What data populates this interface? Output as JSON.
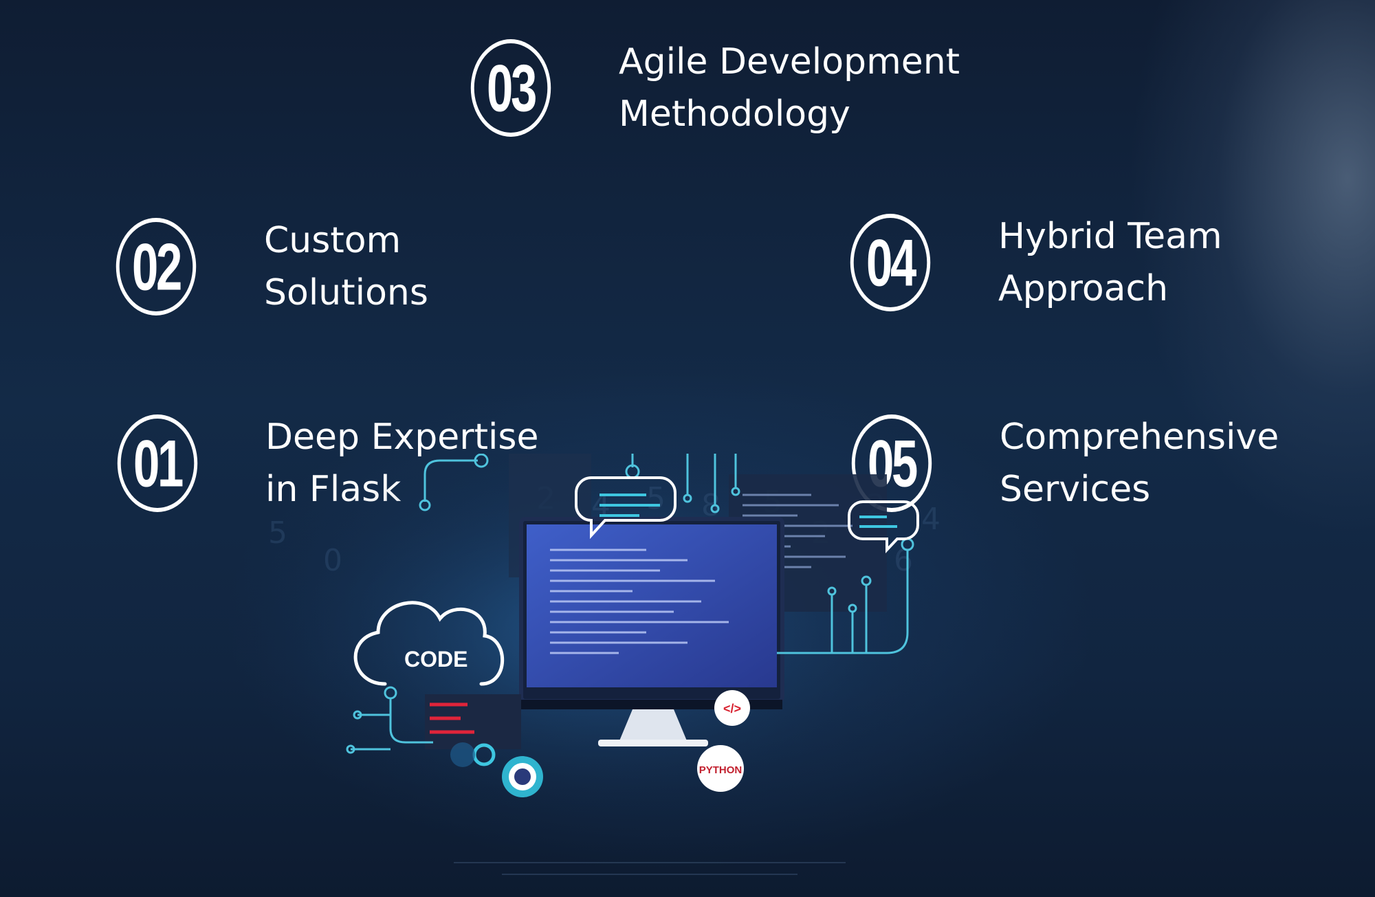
{
  "features": [
    {
      "number": "03",
      "line1": "Agile Development",
      "line2": "Methodology"
    },
    {
      "number": "02",
      "line1": "Custom",
      "line2": "Solutions"
    },
    {
      "number": "04",
      "line1": "Hybrid Team",
      "line2": "Approach"
    },
    {
      "number": "01",
      "line1": "Deep Expertise",
      "line2": "in Flask"
    },
    {
      "number": "05",
      "line1": "Comprehensive",
      "line2": "Services"
    }
  ],
  "illustration": {
    "cloud_label": "CODE",
    "python_badge": "PYTHON",
    "code_tag": "</>"
  },
  "colors": {
    "background": "#0f1f36",
    "accent_cyan": "#3ec6e0",
    "text": "#ffffff"
  }
}
